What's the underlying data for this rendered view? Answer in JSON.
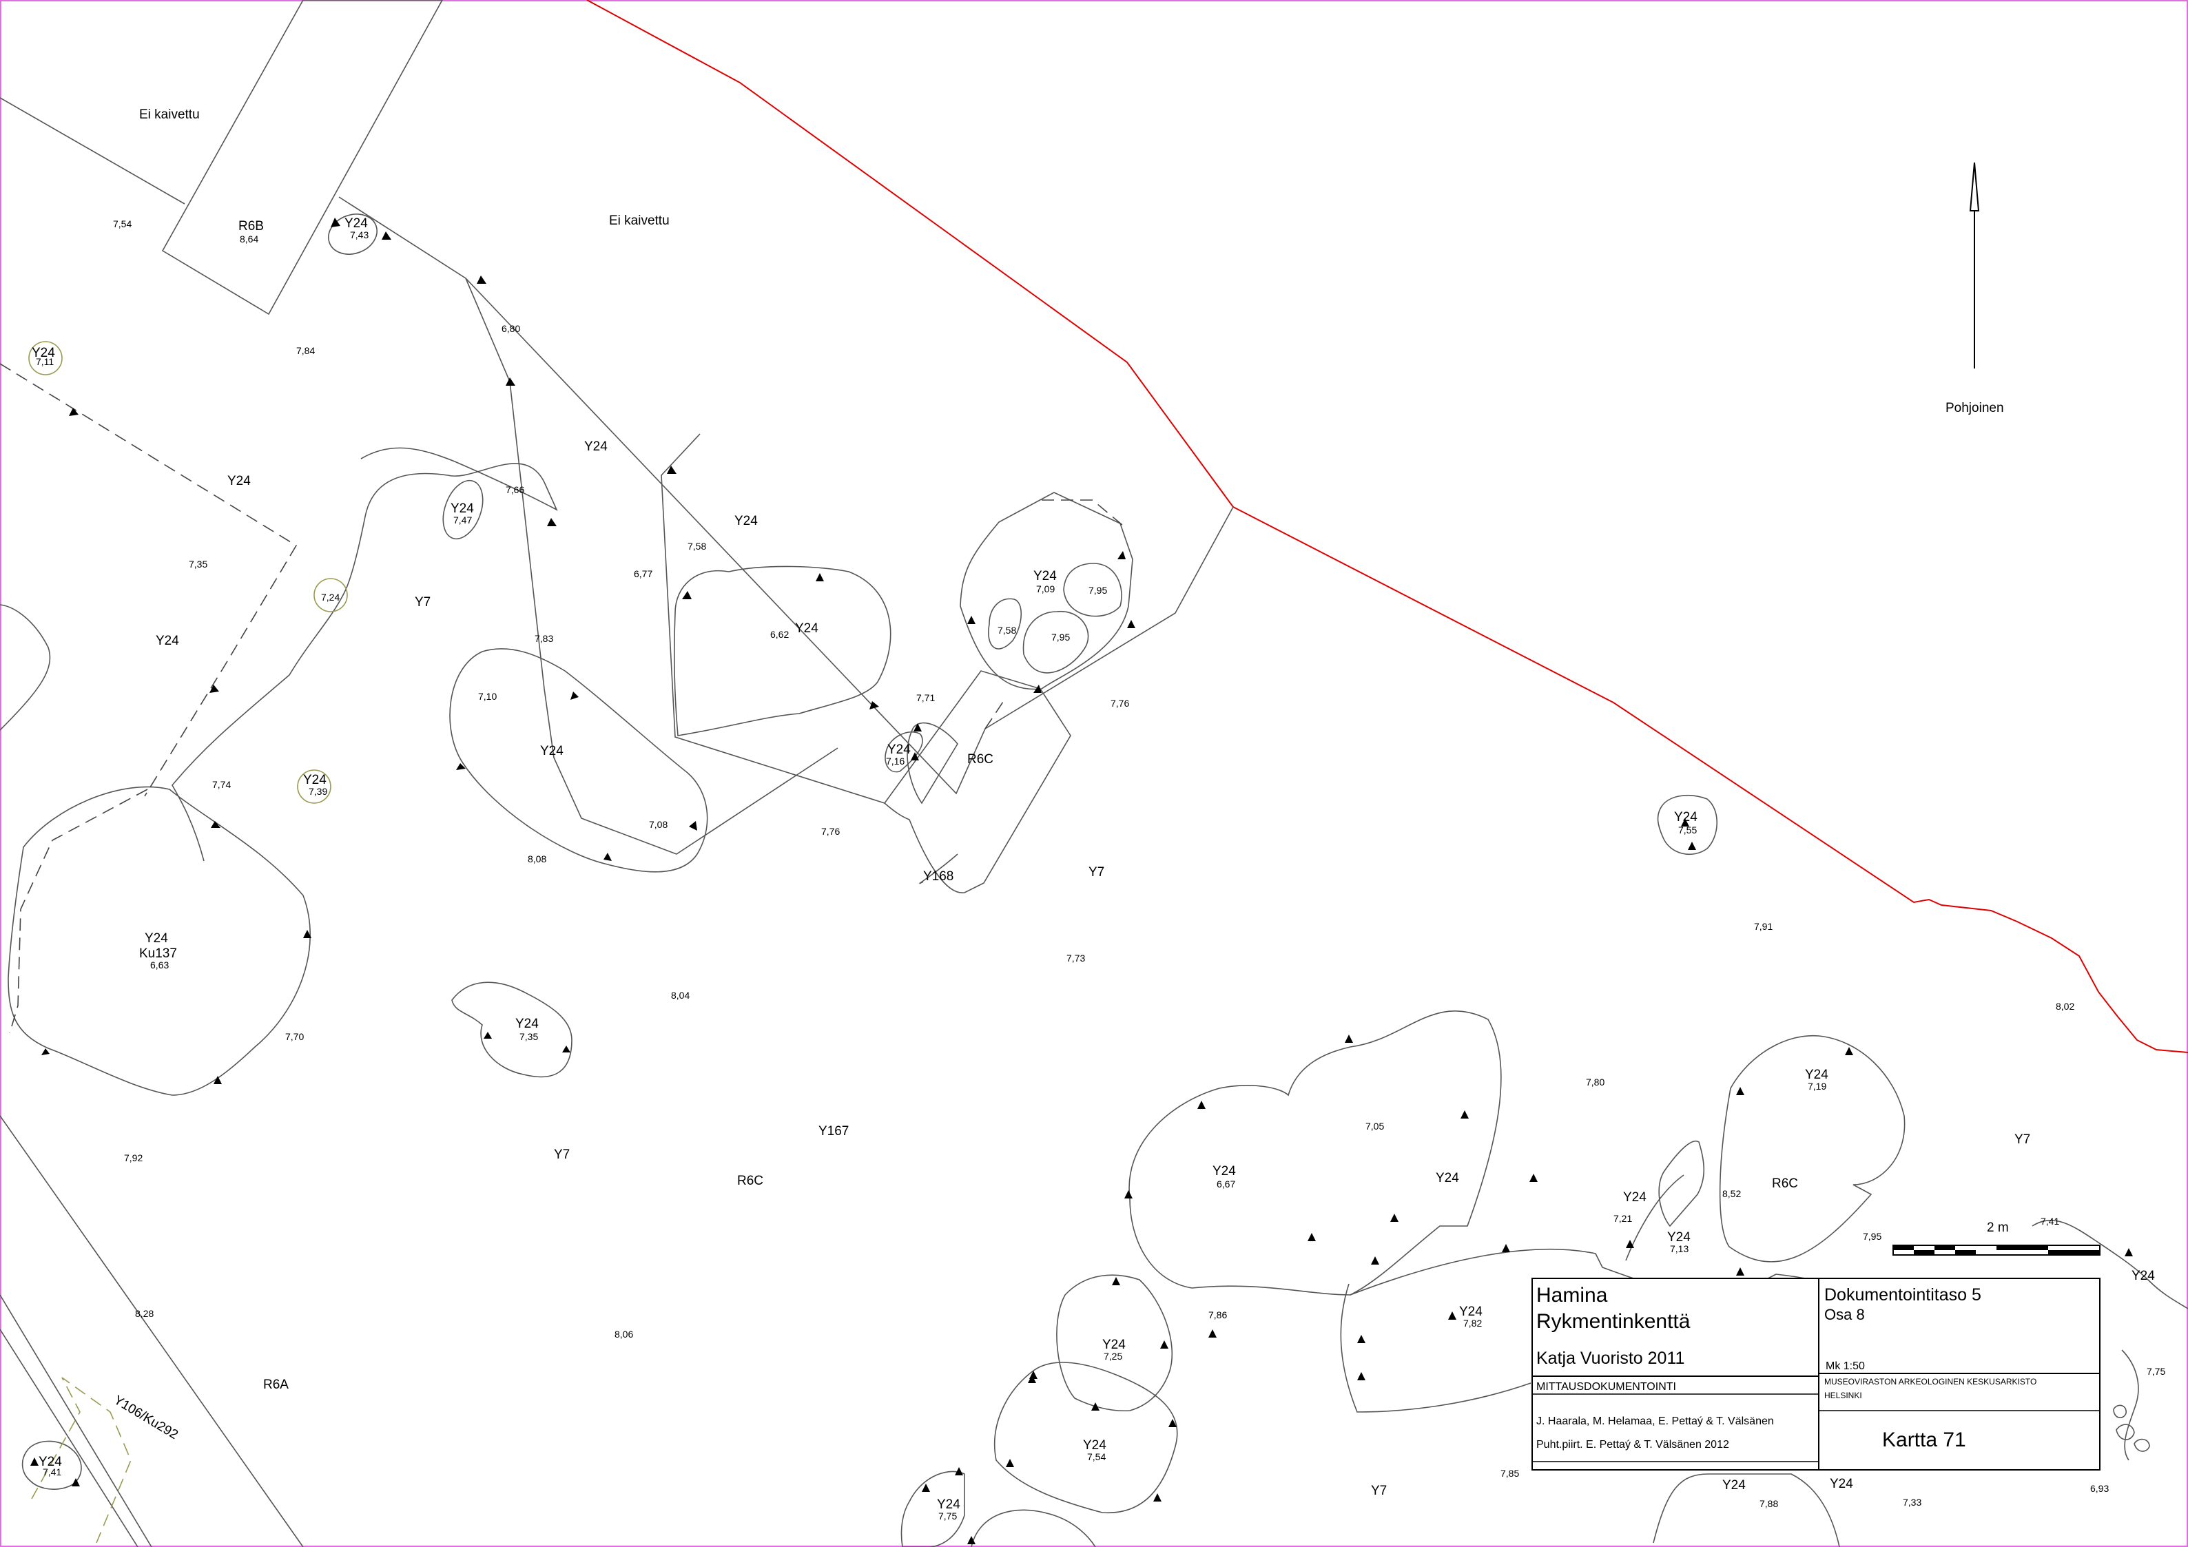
{
  "map": {
    "north_label": "Pohjoinen",
    "scale_label": "2 m",
    "labels": [
      {
        "text": "Ei kaivettu"
      },
      {
        "text": "Ei kaivettu"
      },
      {
        "text": "R6B"
      },
      {
        "text": "8,64"
      },
      {
        "text": "Y24"
      },
      {
        "text": "7,43"
      },
      {
        "text": "7,54"
      },
      {
        "text": "7,84"
      },
      {
        "text": "6,80"
      },
      {
        "text": "Y24"
      },
      {
        "text": "7,11"
      },
      {
        "text": "Y24"
      },
      {
        "text": "Y24"
      },
      {
        "text": "7,47"
      },
      {
        "text": "7,66"
      },
      {
        "text": "Y24"
      },
      {
        "text": "7,58"
      },
      {
        "text": "6,77"
      },
      {
        "text": "Y24"
      },
      {
        "text": "7,09"
      },
      {
        "text": "7,95"
      },
      {
        "text": "7,58"
      },
      {
        "text": "7,95"
      },
      {
        "text": "7,35"
      },
      {
        "text": "Y24"
      },
      {
        "text": "7,24"
      },
      {
        "text": "Y7"
      },
      {
        "text": "6,62"
      },
      {
        "text": "Y24"
      },
      {
        "text": "Y24"
      },
      {
        "text": "7,83"
      },
      {
        "text": "7,10"
      },
      {
        "text": "Y24"
      },
      {
        "text": "7,71"
      },
      {
        "text": "7,76"
      },
      {
        "text": "Y24"
      },
      {
        "text": "7,16"
      },
      {
        "text": "R6C"
      },
      {
        "text": "7,74"
      },
      {
        "text": "Y24"
      },
      {
        "text": "7,39"
      },
      {
        "text": "7,08"
      },
      {
        "text": "8,08"
      },
      {
        "text": "7,76"
      },
      {
        "text": "Y168"
      },
      {
        "text": "Y7"
      },
      {
        "text": "Y24"
      },
      {
        "text": "7,55"
      },
      {
        "text": "Y24"
      },
      {
        "text": "Ku137"
      },
      {
        "text": "6,63"
      },
      {
        "text": "7,91"
      },
      {
        "text": "7,73"
      },
      {
        "text": "8,04"
      },
      {
        "text": "Y24"
      },
      {
        "text": "7,35"
      },
      {
        "text": "7,70"
      },
      {
        "text": "8,02"
      },
      {
        "text": "7,80"
      },
      {
        "text": "Y24"
      },
      {
        "text": "7,19"
      },
      {
        "text": "7,05"
      },
      {
        "text": "Y167"
      },
      {
        "text": "Y7"
      },
      {
        "text": "7,92"
      },
      {
        "text": "Y7"
      },
      {
        "text": "Y24"
      },
      {
        "text": "6,67"
      },
      {
        "text": "Y24"
      },
      {
        "text": "R6C"
      },
      {
        "text": "R6C"
      },
      {
        "text": "8,52"
      },
      {
        "text": "Y24"
      },
      {
        "text": "7,21"
      },
      {
        "text": "Y24"
      },
      {
        "text": "7,13"
      },
      {
        "text": "7,95"
      },
      {
        "text": "7,41"
      },
      {
        "text": "Y24"
      },
      {
        "text": "8,28"
      },
      {
        "text": "7,86"
      },
      {
        "text": "Y24"
      },
      {
        "text": "7,82"
      },
      {
        "text": "8,06"
      },
      {
        "text": "Y24"
      },
      {
        "text": "7,25"
      },
      {
        "text": "R6A"
      },
      {
        "text": "Y106/Ku292"
      },
      {
        "text": "7,75"
      },
      {
        "text": "Y24"
      },
      {
        "text": "7,54"
      },
      {
        "text": "Y24"
      },
      {
        "text": "7,41"
      },
      {
        "text": "7,85"
      },
      {
        "text": "Y7"
      },
      {
        "text": "Y24"
      },
      {
        "text": "7,75"
      },
      {
        "text": "Y24"
      },
      {
        "text": "7,88"
      },
      {
        "text": "Y24"
      },
      {
        "text": "7,33"
      },
      {
        "text": "6,93"
      }
    ]
  },
  "title_block": {
    "site": "Hamina",
    "site_sub": "Rykmentinkenttä",
    "author": "Katja Vuoristo 2011",
    "level": "Dokumentointitaso 5",
    "part": "Osa 8",
    "scale": "Mk 1:50",
    "section": "MITTAUSDOKUMENTOINTI",
    "archive_line1": "MUSEOVIRASTON ARKEOLOGINEN KESKUSARKISTO",
    "archive_line2": "HELSINKI",
    "surveyors": "J. Haarala, M. Helamaa, E. Pettaý & T. Välsänen",
    "clean_drawing": "Puht.piirt. E. Pettaý & T. Välsänen 2012",
    "map_number": "Kartta 71"
  }
}
